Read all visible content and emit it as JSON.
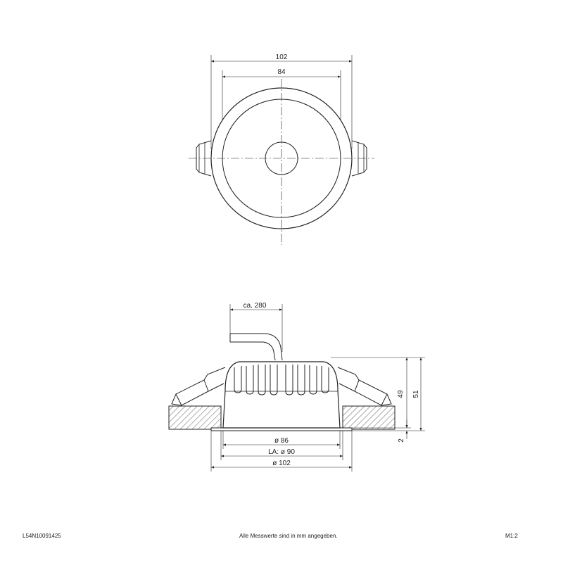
{
  "top_view": {
    "dim_outer": "102",
    "dim_inner": "84"
  },
  "side_view": {
    "dim_cable": "ca. 280",
    "dim_height_body": "49",
    "dim_height_total": "51",
    "dim_flange": "2",
    "dim_body_diameter": "ø 86",
    "dim_cutout": "LA: ø 90",
    "dim_outer_diameter": "ø 102"
  },
  "footer": {
    "article_number": "L54N10091425",
    "note": "Alle Messwerte sind in mm angegeben.",
    "scale": "M1:2"
  }
}
